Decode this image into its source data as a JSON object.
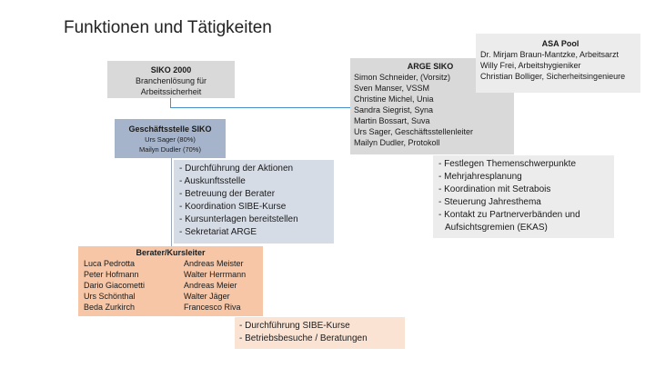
{
  "title": "Funktionen und Tätigkeiten",
  "siko2000": {
    "name": "SIKO 2000",
    "line1": "Branchenlösung für",
    "line2": "Arbeitssicherheit"
  },
  "geschaeftsstelle": {
    "name": "Geschäftsstelle SIKO",
    "members": [
      "Urs Sager (80%)",
      "Mailyn Dudler (70%)"
    ]
  },
  "geschaeftsstelle_tasks": [
    "- Durchführung der Aktionen",
    "- Auskunftsstelle",
    "- Betreuung der Berater",
    "- Koordination SIBE-Kurse",
    "- Kursunterlagen bereitstellen",
    "- Sekretariat ARGE"
  ],
  "arge": {
    "name": "ARGE SIKO",
    "members": [
      "Simon Schneider, (Vorsitz)",
      "Sven Manser, VSSM",
      "Christine Michel, Unia",
      "Sandra Siegrist, Syna",
      "Martin Bossart, Suva",
      "Urs Sager, Geschäftsstellenleiter",
      "Mailyn Dudler, Protokoll"
    ]
  },
  "asa": {
    "name": "ASA Pool",
    "members": [
      "Dr. Mirjam Braun-Mantzke, Arbeitsarzt",
      "Willy Frei, Arbeitshygieniker",
      "Christian Bolliger, Sicherheitsingenieure"
    ]
  },
  "arge_tasks": [
    "- Festlegen Themenschwerpunkte",
    "- Mehrjahresplanung",
    "- Koordination mit Setrabois",
    "- Steuerung Jahresthema",
    "- Kontakt zu Partnerverbänden und",
    "  Aufsichtsgremien (EKAS)"
  ],
  "berater": {
    "name": "Berater/Kursleiter",
    "left": [
      "Luca Pedrotta",
      "Peter Hofmann",
      "Dario Giacometti",
      "Urs Schönthal",
      "Beda Zurkirch"
    ],
    "right": [
      "Andreas Meister",
      "Walter Herrmann",
      "Andreas Meier",
      "Walter Jäger",
      "Francesco Riva"
    ]
  },
  "berater_tasks": [
    "- Durchführung SIBE-Kurse",
    "- Betriebsbesuche / Beratungen"
  ],
  "colors": {
    "grey_box": "#d9d9d9",
    "light_grey_box": "#ececec",
    "blue_box": "#a6b4cb",
    "light_blue_box": "#d6dce6",
    "orange_box": "#f6c6a6",
    "light_orange_box": "#fbe3d4",
    "connector": "#4a90c8"
  }
}
